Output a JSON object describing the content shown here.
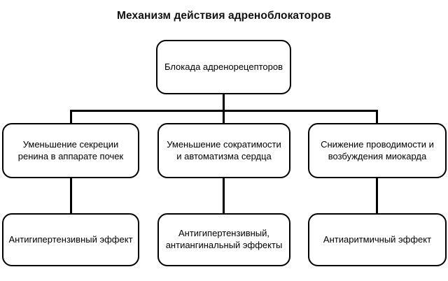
{
  "diagram": {
    "title": "Механизм действия адреноблокаторов",
    "type": "flowchart",
    "orientation": "top-down",
    "colors": {
      "node_border": "#000000",
      "node_fill": "#ffffff",
      "connector": "#000000",
      "text": "#000000"
    },
    "root": {
      "id": "root",
      "label": "Блокада адренорецепторов"
    },
    "levels": [
      {
        "name": "effects",
        "nodes": [
          {
            "id": "mid-1",
            "label": "Уменьшение секреции ренина в аппарате почек"
          },
          {
            "id": "mid-2",
            "label": "Уменьшение сократимости и автоматизма сердца"
          },
          {
            "id": "mid-3",
            "label": "Снижение проводимости и возбуждения миокарда"
          }
        ]
      },
      {
        "name": "outcomes",
        "nodes": [
          {
            "id": "bot-1",
            "label": "Антигипертензивный эффект"
          },
          {
            "id": "bot-2",
            "label": "Антигипертензивный, антиангинальный эффекты"
          },
          {
            "id": "bot-3",
            "label": "Антиаритмичный эффект"
          }
        ]
      }
    ],
    "edges": [
      {
        "from": "root",
        "to": "mid-1"
      },
      {
        "from": "root",
        "to": "mid-2"
      },
      {
        "from": "root",
        "to": "mid-3"
      },
      {
        "from": "mid-1",
        "to": "bot-1"
      },
      {
        "from": "mid-2",
        "to": "bot-2"
      },
      {
        "from": "mid-3",
        "to": "bot-3"
      }
    ]
  }
}
